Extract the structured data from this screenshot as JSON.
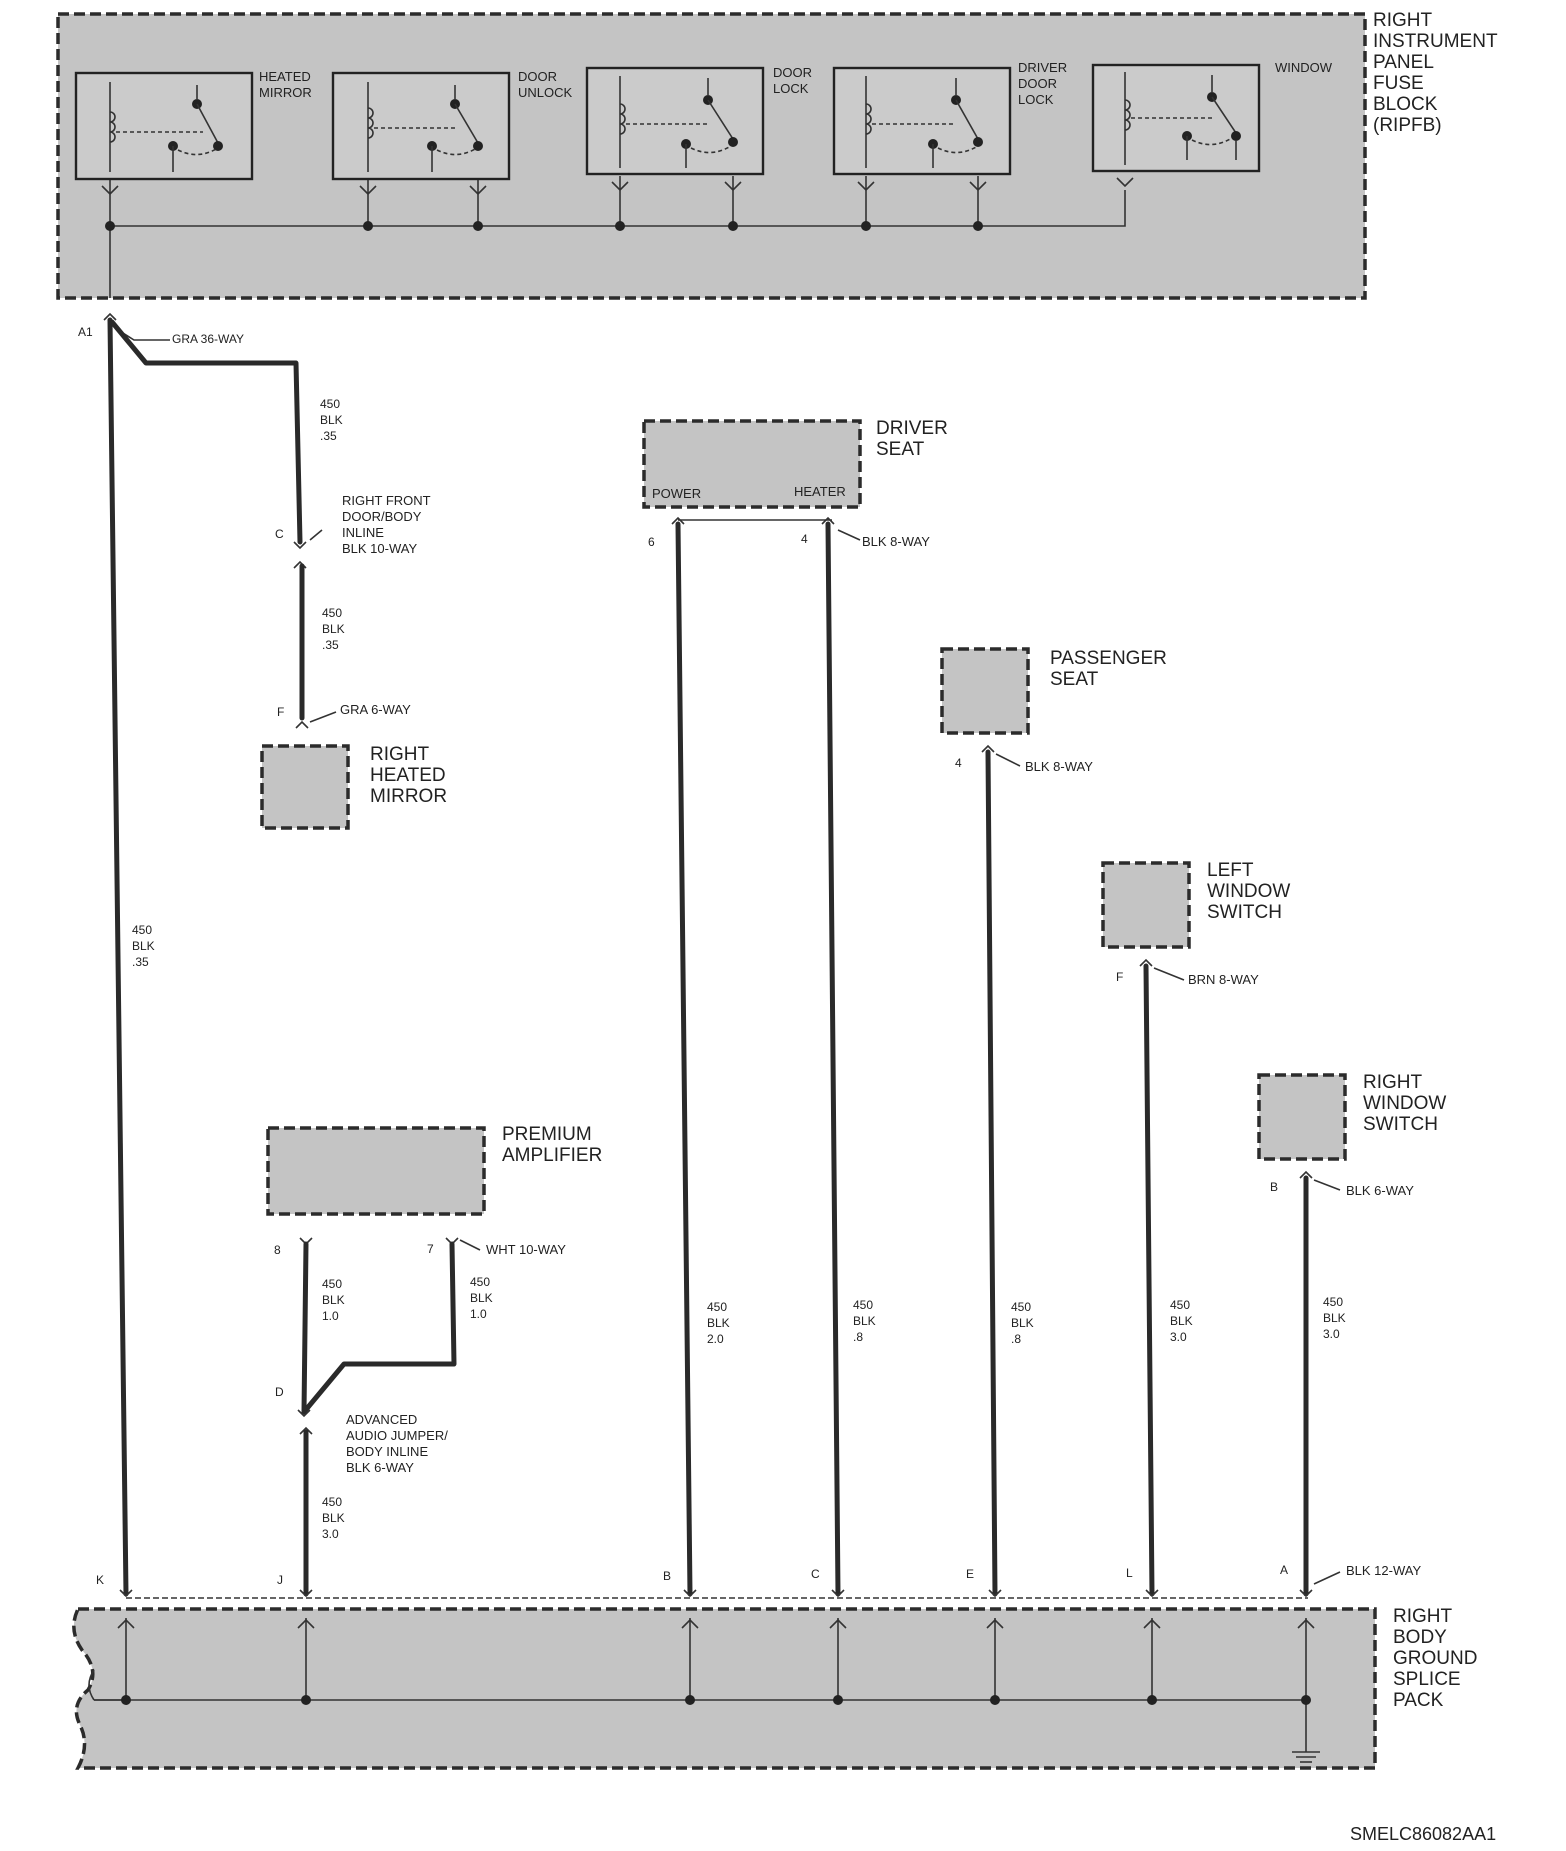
{
  "fuse_block": {
    "title": [
      "RIGHT",
      "INSTRUMENT",
      "PANEL",
      "FUSE",
      "BLOCK",
      "(RIPFB)"
    ],
    "relays": [
      {
        "name": [
          "HEATED",
          "MIRROR"
        ]
      },
      {
        "name": [
          "DOOR",
          "UNLOCK"
        ]
      },
      {
        "name": [
          "DOOR",
          "LOCK"
        ]
      },
      {
        "name": [
          "DRIVER",
          "DOOR",
          "LOCK"
        ]
      },
      {
        "name": [
          "WINDOW"
        ]
      }
    ]
  },
  "a1_connector": {
    "pin": "A1",
    "label": "GRA 36-WAY"
  },
  "mirror_branch": {
    "wire_upper": [
      "450",
      "BLK",
      ".35"
    ],
    "inline_pin": "C",
    "inline_label": [
      "RIGHT FRONT",
      "DOOR/BODY",
      "INLINE",
      "BLK 10-WAY"
    ],
    "wire_lower": [
      "450",
      "BLK",
      ".35"
    ],
    "pin": "F",
    "connector": "GRA 6-WAY",
    "component": [
      "RIGHT",
      "HEATED",
      "MIRROR"
    ]
  },
  "k_wire": [
    "450",
    "BLK",
    ".35"
  ],
  "amplifier": {
    "component": [
      "PREMIUM",
      "AMPLIFIER"
    ],
    "pin_left": "8",
    "pin_right": "7",
    "connector": "WHT 10-WAY",
    "wire_left": [
      "450",
      "BLK",
      "1.0"
    ],
    "wire_right": [
      "450",
      "BLK",
      "1.0"
    ],
    "inline_pin": "D",
    "inline_label": [
      "ADVANCED",
      "AUDIO JUMPER/",
      "BODY INLINE",
      "BLK 6-WAY"
    ],
    "wire_lower": [
      "450",
      "BLK",
      "3.0"
    ]
  },
  "driver_seat": {
    "component": [
      "DRIVER",
      "SEAT"
    ],
    "left_label": "POWER",
    "right_label": "HEATER",
    "pin_left": "6",
    "pin_right": "4",
    "connector": "BLK 8-WAY",
    "wire_left": [
      "450",
      "BLK",
      "2.0"
    ],
    "wire_right": [
      "450",
      "BLK",
      ".8"
    ]
  },
  "passenger_seat": {
    "component": [
      "PASSENGER",
      "SEAT"
    ],
    "pin": "4",
    "connector": "BLK 8-WAY",
    "wire": [
      "450",
      "BLK",
      ".8"
    ]
  },
  "left_window_switch": {
    "component": [
      "LEFT",
      "WINDOW",
      "SWITCH"
    ],
    "pin": "F",
    "connector": "BRN 8-WAY",
    "wire": [
      "450",
      "BLK",
      "3.0"
    ]
  },
  "right_window_switch": {
    "component": [
      "RIGHT",
      "WINDOW",
      "SWITCH"
    ],
    "pin": "B",
    "connector": "BLK 6-WAY",
    "wire": [
      "450",
      "BLK",
      "3.0"
    ]
  },
  "splice": {
    "pins": [
      "K",
      "J",
      "B",
      "C",
      "E",
      "L",
      "A"
    ],
    "connector": "BLK 12-WAY",
    "title": [
      "RIGHT",
      "BODY",
      "GROUND",
      "SPLICE",
      "PACK"
    ]
  },
  "figure_code": "SMELC86082AA1"
}
